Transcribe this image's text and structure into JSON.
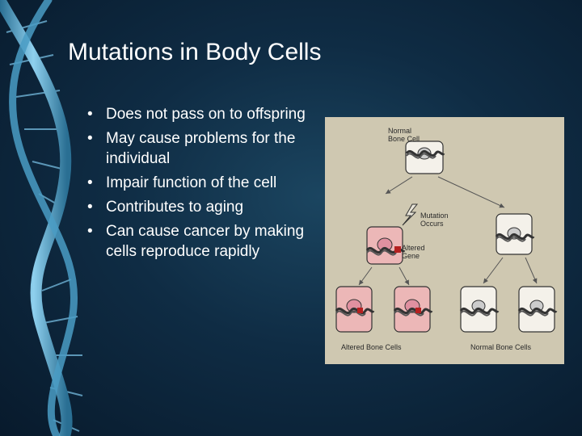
{
  "slide": {
    "title": "Mutations in Body Cells",
    "bullets": [
      "Does not pass on to offspring",
      "May cause problems for the individual",
      "Impair function of the cell",
      "Contributes to aging",
      "Can cause cancer by making cells reproduce rapidly"
    ],
    "bullet_glyph": "•"
  },
  "figure": {
    "normal_bone_cell_line1": "Normal",
    "normal_bone_cell_line2": "Bone Cell",
    "mutation_occurs_line1": "Mutation",
    "mutation_occurs_line2": "Occurs",
    "altered_gene_line1": "Altered",
    "altered_gene_line2": "Gene",
    "altered_bone_cells": "Altered Bone Cells",
    "normal_bone_cells": "Normal Bone Cells"
  },
  "colors": {
    "background_dark": "#081a2c",
    "background_mid": "#1b4560",
    "title_text": "#ffffff",
    "figure_background": "#cfc8b1",
    "normal_cell": "#f4f1ea",
    "altered_cell": "#ecb7b7",
    "altered_gene": "#b52020"
  }
}
